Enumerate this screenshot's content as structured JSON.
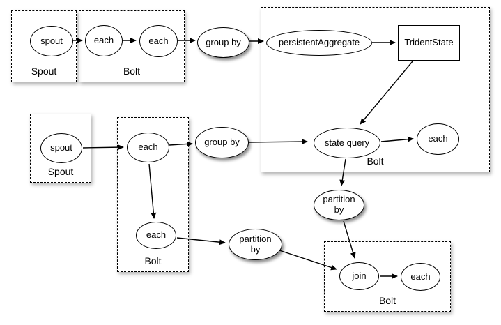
{
  "diagram": {
    "description": "Storm Trident topology compilation diagram",
    "colors": {
      "stroke": "#000000",
      "fill": "#ffffff",
      "background": "#ffffff"
    },
    "groups": [
      {
        "id": "spout-group-top",
        "label": "Spout"
      },
      {
        "id": "bolt-group-top",
        "label": "Bolt"
      },
      {
        "id": "bolt-group-state",
        "label": "Bolt"
      },
      {
        "id": "spout-group-mid",
        "label": "Spout"
      },
      {
        "id": "bolt-group-mid",
        "label": "Bolt"
      },
      {
        "id": "bolt-group-join",
        "label": "Bolt"
      }
    ],
    "nodes": {
      "spout_top": {
        "label": "spout",
        "shape": "ellipse"
      },
      "each_top_1": {
        "label": "each",
        "shape": "ellipse"
      },
      "each_top_2": {
        "label": "each",
        "shape": "ellipse"
      },
      "group_by_top": {
        "label": "group by",
        "shape": "ellipse-shadow"
      },
      "persistent_aggregate": {
        "label": "persistentAggregate",
        "shape": "ellipse"
      },
      "trident_state": {
        "label": "TridentState",
        "shape": "rect"
      },
      "state_query": {
        "label": "state query",
        "shape": "ellipse"
      },
      "each_state": {
        "label": "each",
        "shape": "ellipse"
      },
      "partition_by_right": {
        "label": "partition by",
        "shape": "ellipse-shadow"
      },
      "spout_mid": {
        "label": "spout",
        "shape": "ellipse"
      },
      "each_mid_top": {
        "label": "each",
        "shape": "ellipse"
      },
      "group_by_mid": {
        "label": "group by",
        "shape": "ellipse-shadow"
      },
      "each_mid_bottom": {
        "label": "each",
        "shape": "ellipse"
      },
      "partition_by_left": {
        "label": "partition by",
        "shape": "ellipse-shadow"
      },
      "join": {
        "label": "join",
        "shape": "ellipse"
      },
      "each_join": {
        "label": "each",
        "shape": "ellipse"
      }
    },
    "edges": [
      {
        "from": "spout_top",
        "to": "each_top_1"
      },
      {
        "from": "each_top_1",
        "to": "each_top_2"
      },
      {
        "from": "each_top_2",
        "to": "group_by_top"
      },
      {
        "from": "group_by_top",
        "to": "persistent_aggregate"
      },
      {
        "from": "persistent_aggregate",
        "to": "trident_state"
      },
      {
        "from": "trident_state",
        "to": "state_query"
      },
      {
        "from": "group_by_mid",
        "to": "state_query"
      },
      {
        "from": "state_query",
        "to": "each_state"
      },
      {
        "from": "state_query",
        "to": "partition_by_right"
      },
      {
        "from": "spout_mid",
        "to": "each_mid_top"
      },
      {
        "from": "each_mid_top",
        "to": "group_by_mid"
      },
      {
        "from": "each_mid_top",
        "to": "each_mid_bottom"
      },
      {
        "from": "each_mid_bottom",
        "to": "partition_by_left"
      },
      {
        "from": "partition_by_left",
        "to": "join"
      },
      {
        "from": "partition_by_right",
        "to": "join"
      },
      {
        "from": "join",
        "to": "each_join"
      }
    ]
  }
}
